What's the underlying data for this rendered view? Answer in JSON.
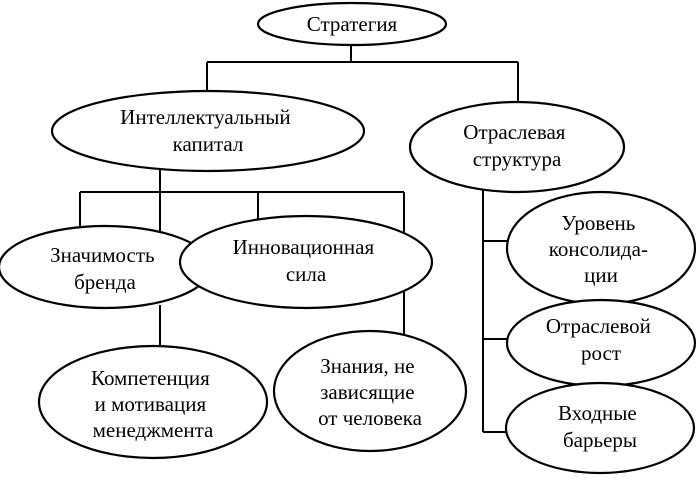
{
  "diagram": {
    "root": {
      "lines": [
        "Стратегия"
      ]
    },
    "intellectual_capital": {
      "lines": [
        "Интеллектуальный",
        "капитал"
      ]
    },
    "industry_structure": {
      "lines": [
        "Отраслевая",
        "структура"
      ]
    },
    "brand_significance": {
      "lines": [
        "Значимость",
        "бренда"
      ]
    },
    "innovation_power": {
      "lines": [
        "Инновационная",
        "сила"
      ]
    },
    "management_competence": {
      "lines": [
        "Компетенция",
        "и мотивация",
        "менеджмента"
      ]
    },
    "independent_knowledge": {
      "lines": [
        "Знания, не",
        "зависящие",
        "от человека"
      ]
    },
    "consolidation_level": {
      "lines": [
        "Уровень",
        "консолида-",
        "ции"
      ]
    },
    "industry_growth": {
      "lines": [
        "Отраслевой",
        "рост"
      ]
    },
    "entry_barriers": {
      "lines": [
        "Входные",
        "барьеры"
      ]
    }
  }
}
